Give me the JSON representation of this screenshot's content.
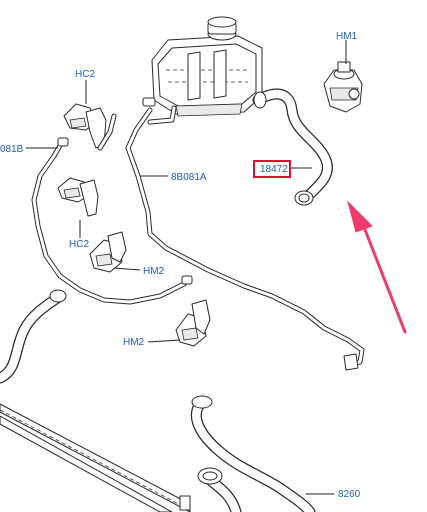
{
  "diagram": {
    "callouts": {
      "hm1": "HM1",
      "hc2_top": "HC2",
      "left_8b081b": "081B",
      "right_8b081a": "8B081A",
      "highlighted_part": "18472",
      "hc2_mid": "HC2",
      "hm2_upper": "HM2",
      "hm2_lower": "HM2",
      "bottom_8260": "8260"
    },
    "colors": {
      "callout_text": "#1f5fbf",
      "highlight_box": "#e0112b",
      "arrow": "#ee3d6a",
      "line_art": "#2a2a2a"
    }
  }
}
